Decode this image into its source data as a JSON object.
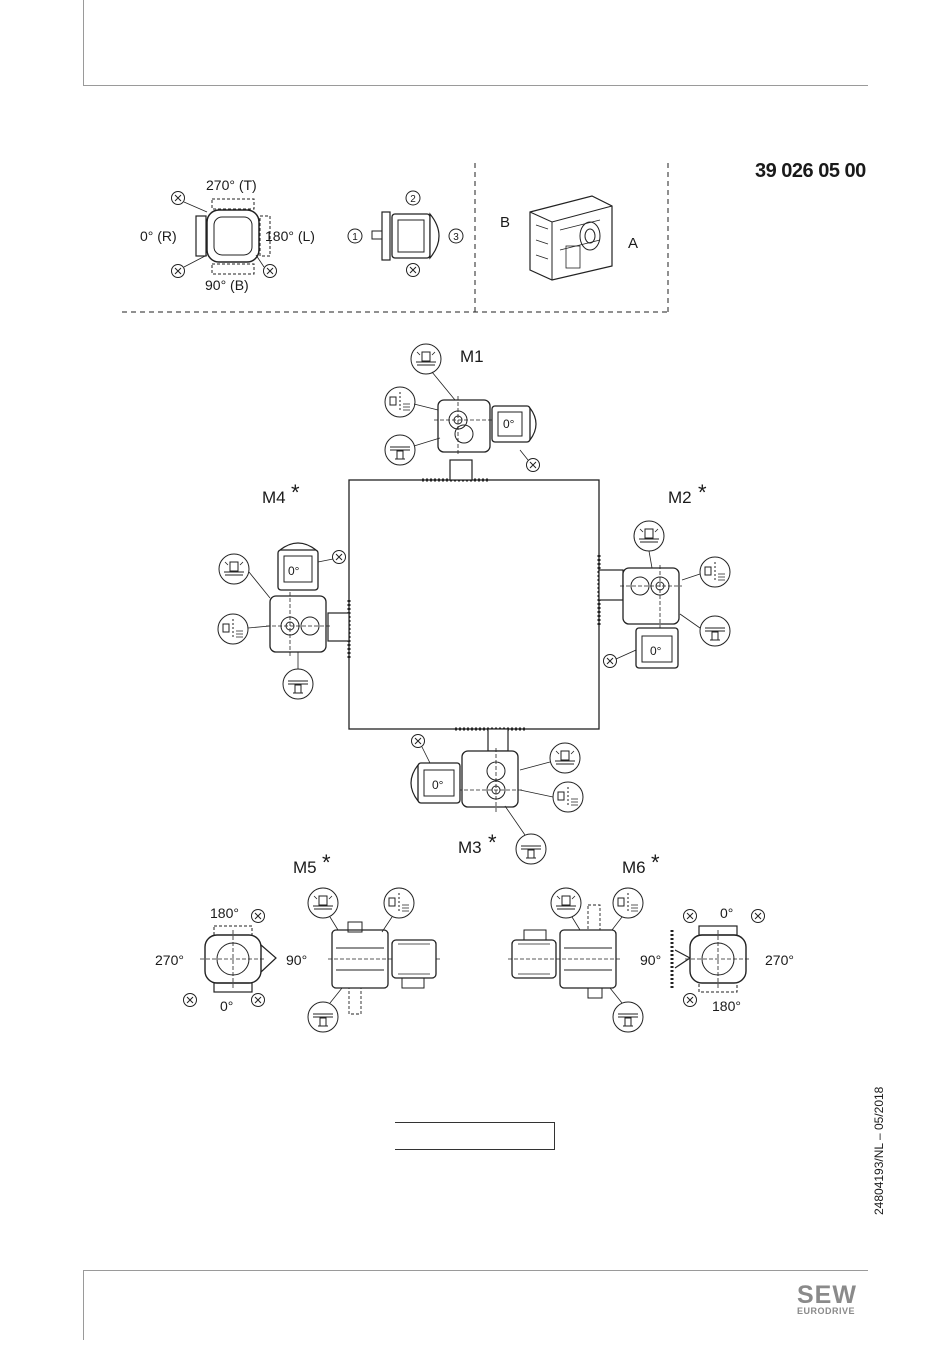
{
  "document": {
    "number": "39 026 05 00",
    "side_code": "24804193/NL – 05/2018",
    "logo": {
      "brand": "SEW",
      "sub": "EURODRIVE"
    }
  },
  "legend": {
    "terminal_positions": {
      "top": "270° (T)",
      "left": "0° (R)",
      "right": "180° (L)",
      "bottom": "90° (B)"
    },
    "cable_entries": [
      "1",
      "2",
      "3"
    ],
    "side_labels": {
      "b": "B",
      "a": "A"
    },
    "vent_marker": "X"
  },
  "positions": [
    {
      "id": "M1",
      "label": "M1",
      "star": false
    },
    {
      "id": "M2",
      "label": "M2",
      "star": true
    },
    {
      "id": "M3",
      "label": "M3",
      "star": true
    },
    {
      "id": "M4",
      "label": "M4",
      "star": true
    },
    {
      "id": "M5",
      "label": "M5",
      "star": true
    },
    {
      "id": "M6",
      "label": "M6",
      "star": true
    }
  ],
  "motor_angle": "0°",
  "star_symbol": "*",
  "m5_angles": {
    "top": "180°",
    "left": "270°",
    "right": "90°",
    "bottom": "0°"
  },
  "m6_angles": {
    "top": "0°",
    "left": "90°",
    "right": "270°",
    "bottom": "180°"
  }
}
